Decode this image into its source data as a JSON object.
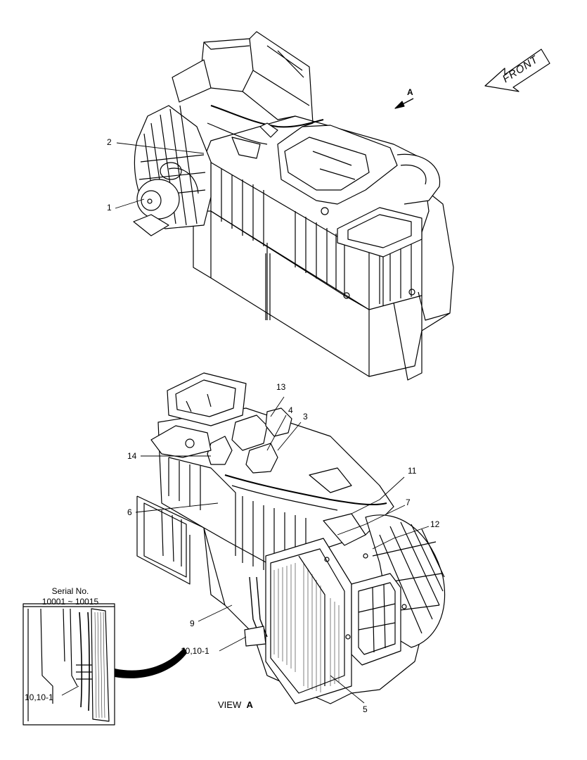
{
  "callouts": {
    "c1": "1",
    "c2": "2",
    "c3": "3",
    "c4": "4",
    "c5": "5",
    "c6": "6",
    "c7": "7",
    "c9": "9",
    "c10": "10,10-1",
    "c11": "11",
    "c12": "12",
    "c13": "13",
    "c14": "14"
  },
  "direction": {
    "front_label": "FRONT",
    "view_arrow_label": "A"
  },
  "view_label": {
    "prefix": "VIEW",
    "letter": "A"
  },
  "inset": {
    "title_line1": "Serial No.",
    "title_line2": "10001 ~ 10015",
    "callout": "10,10-1"
  }
}
